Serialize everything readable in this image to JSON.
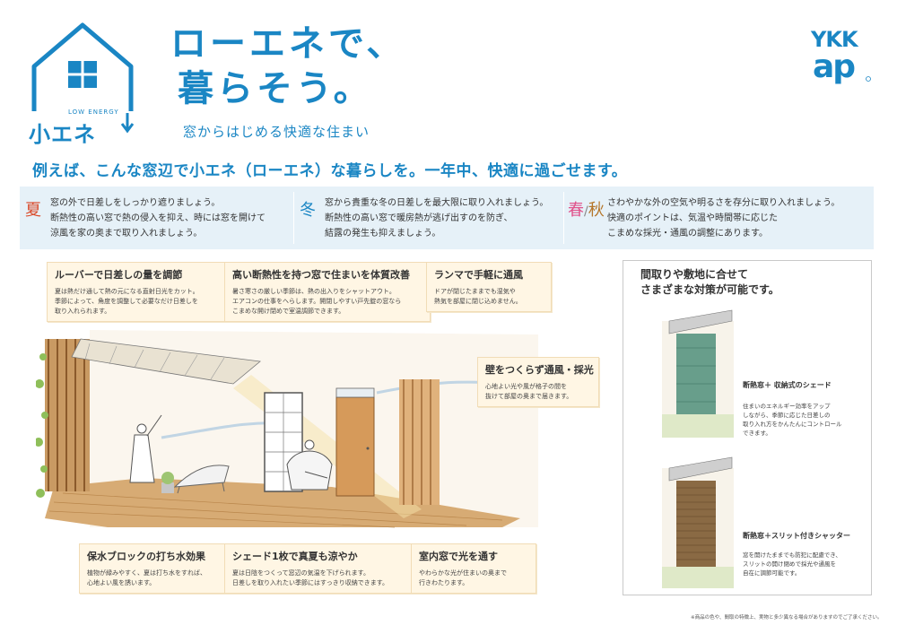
{
  "logo": {
    "small_text": "LOW ENERGY",
    "big_text": "小エネ"
  },
  "brand": {
    "name": "YKK ap",
    "color": "#1a86c4"
  },
  "headline": {
    "line1": "ローエネで、",
    "line2": "暮らそう。",
    "subtitle": "窓からはじめる快適な住まい"
  },
  "intro": "例えば、こんな窓辺で小エネ（ローエネ）な暮らしを。一年中、快適に過ごせます。",
  "seasons": [
    {
      "tag": "夏",
      "color": "#d94a2a",
      "text": "窓の外で日差しをしっかり遮りましょう。\n断熱性の高い窓で熱の侵入を抑え、時には窓を開けて\n涼風を家の奥まで取り入れましょう。"
    },
    {
      "tag": "冬",
      "color": "#1a86c4",
      "text": "窓から貴重な冬の日差しを最大限に取り入れましょう。\n断熱性の高い窓で暖房熱が逃げ出すのを防ぎ、\n結露の発生も抑えましょう。"
    },
    {
      "tag_a": "春",
      "tag_b": "/",
      "tag_c": "秋",
      "color_a": "#e0508a",
      "color_c": "#b5762a",
      "text": "さわやかな外の空気や明るさを存分に取り入れましょう。\n快適のポイントは、気温や時間帯に応じた\nこまめな採光・通風の調整にあります。"
    }
  ],
  "callouts": {
    "louver": {
      "title": "ルーバーで日差しの量を調節",
      "body": "夏は熱だけ通して熱の元になる直射日光をカット。\n季節によって、角度を調整して必要なだけ日差しを\n取り入れられます。"
    },
    "insulation": {
      "title": "高い断熱性を持つ窓で住まいを体質改善",
      "body": "暑さ寒さの厳しい季節は、熱の出入りをシャットアウト。\nエアコンの仕事をへらします。開閉しやすい戸先錠の窓なら\nこまめな開け閉めで室温調節できます。"
    },
    "ranma": {
      "title": "ランマで手軽に通風",
      "body": "ドアが閉じたままでも湿気や\n熱気を部屋に閉じ込めません。"
    },
    "wall": {
      "title": "壁をつくらず通風・採光",
      "body": "心地よい光や風が格子の間を\n抜けて部屋の奥まで届きます。"
    },
    "block": {
      "title": "保水ブロックの打ち水効果",
      "body": "植物が緑みやすく、夏は打ち水をすれば、\n心地よい風を誘います。"
    },
    "shade": {
      "title": "シェード1枚で真夏も涼やか",
      "body": "夏は日陰をつくって窓辺の気温を下げられます。\n日差しを取り入れたい季節にはすっきり収納できます。"
    },
    "indoor": {
      "title": "室内窓で光を通す",
      "body": "やわらかな光が住まいの奥まで\n行きわたります。"
    }
  },
  "panel": {
    "title": "間取りや敷地に合せて\nさまざまな対策が可能です。",
    "item1": {
      "heading": "断熱窓＋ 収納式のシェード",
      "body": "住まいのエネルギー効率をアップ\nしながら、季節に応じた日差しの\n取り入れ方をかんたんにコントロール\nできます。"
    },
    "item2": {
      "heading": "断熱窓＋スリット付きシャッター",
      "body": "窓を開けたままでも防犯に配慮でき、\nスリットの開け閉めで採光や通風を\n自在に調節可能です。"
    }
  },
  "footnote": "※商品の色や、間取の特徴上、実物と多少異なる場合がありますのでご了承ください。"
}
